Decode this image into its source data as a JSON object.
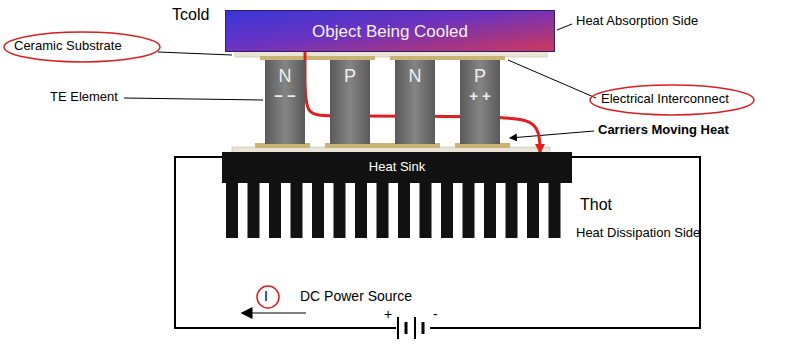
{
  "diagram": {
    "nodes": [
      {
        "text": [
          "Object Being Cooled"
        ]
      },
      {
        "text": [
          "N",
          "− −"
        ]
      },
      {
        "text": [
          "P"
        ]
      },
      {
        "text": [
          "N"
        ]
      },
      {
        "text": [
          "P",
          "+ +"
        ]
      },
      {
        "text": [
          "Heat Sink"
        ]
      }
    ],
    "edges": [
      {
        "from": 0,
        "to": 5,
        "arrow": "to"
      }
    ],
    "labels": [
      "Tcold",
      "Heat Absorption Side",
      "Ceramic Substrate",
      "Electrical Interconnect",
      "TE Element",
      "Carriers Moving Heat",
      "Thot",
      "Heat Dissipation Side",
      "I",
      "DC Power Source",
      "+",
      "-"
    ]
  }
}
